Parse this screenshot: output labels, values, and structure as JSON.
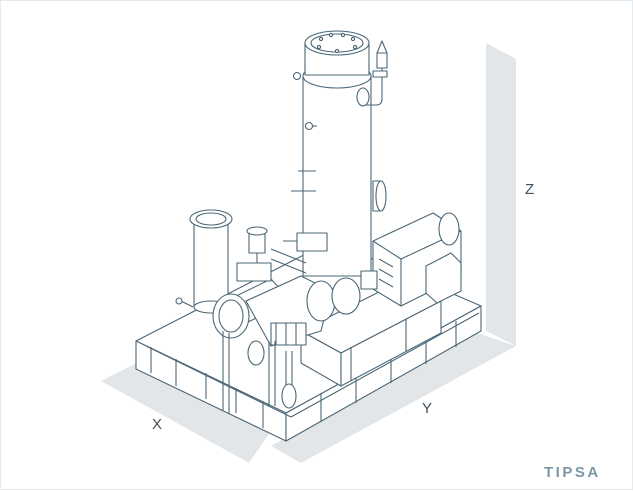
{
  "axes": {
    "x": "X",
    "y": "Y",
    "z": "Z"
  },
  "brand": "TIPSA",
  "colors": {
    "line": "#4a6676",
    "shadow": "#e3e6e8",
    "fill": "#ffffff",
    "brand": "#7d96a6",
    "label": "#3d4f5c"
  },
  "icons": {
    "logo": "tipsa-logo"
  }
}
